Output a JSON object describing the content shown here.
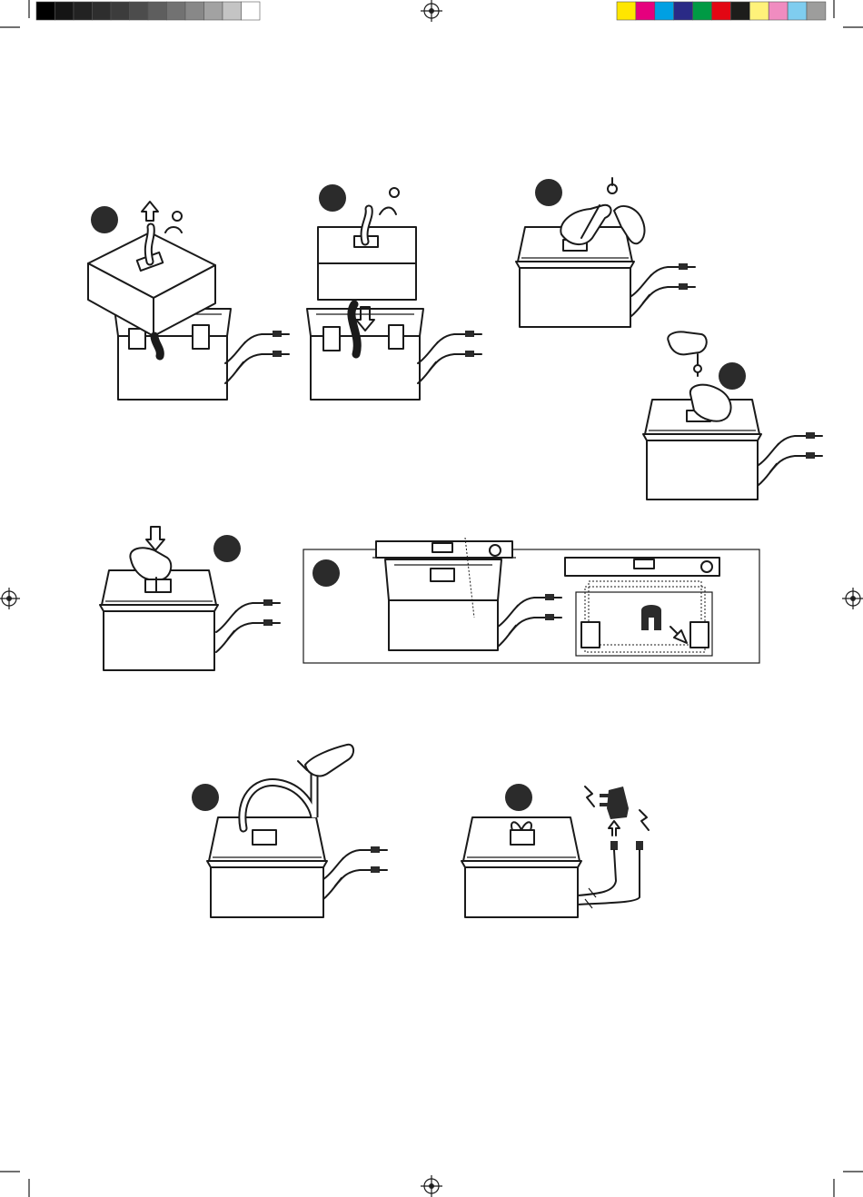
{
  "printer_marks": {
    "gray_swatches": [
      "#000000",
      "#151515",
      "#222222",
      "#2e2e2e",
      "#3c3c3c",
      "#4c4c4c",
      "#5e5e5e",
      "#727272",
      "#888888",
      "#a2a2a2",
      "#c4c4c4",
      "#ffffff"
    ],
    "color_swatches": [
      "#ffe600",
      "#e6007e",
      "#00a0e3",
      "#2a2a86",
      "#009a44",
      "#e30613",
      "#1d1d1b",
      "#fff27a",
      "#f08cc0",
      "#7fcdef",
      "#9d9d9c"
    ]
  },
  "steps": [
    {
      "id": 1,
      "icon": "lift-lid-icon"
    },
    {
      "id": 2,
      "icon": "lower-lid-icon"
    },
    {
      "id": 3,
      "icon": "attach-nozzle-icon"
    },
    {
      "id": 4,
      "icon": "screw-nozzle-icon"
    },
    {
      "id": 5,
      "icon": "press-nozzle-icon"
    },
    {
      "id": 6,
      "icon": "level-check-icon"
    },
    {
      "id": 7,
      "icon": "fill-water-icon"
    },
    {
      "id": 8,
      "icon": "plug-in-power-icon"
    }
  ]
}
